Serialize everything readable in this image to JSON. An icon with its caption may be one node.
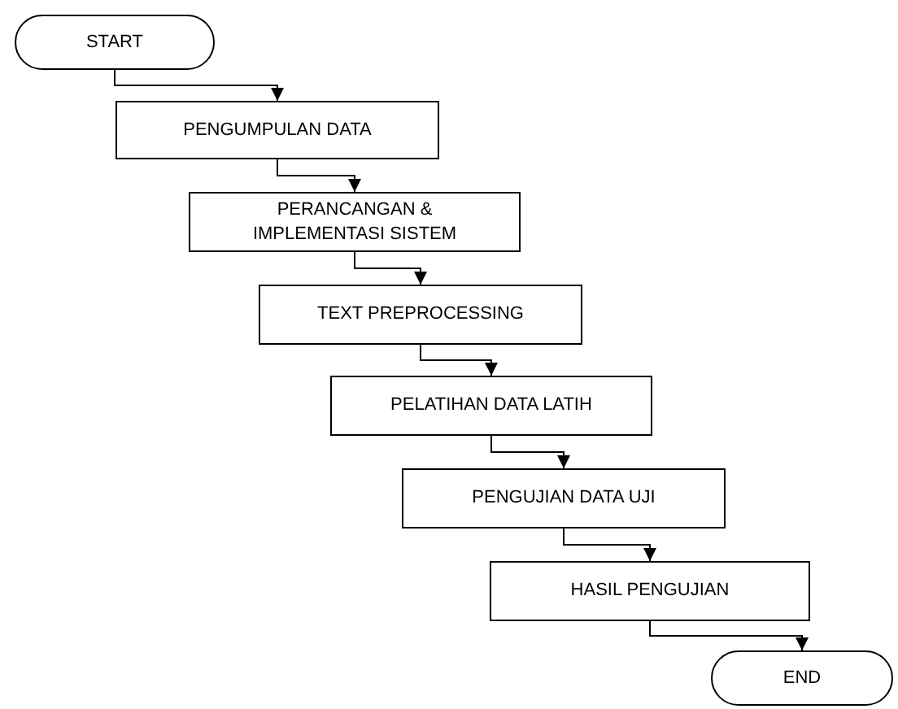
{
  "diagram": {
    "nodes": [
      {
        "text": [
          "START"
        ]
      },
      {
        "text": [
          "PENGUMPULAN DATA"
        ]
      },
      {
        "text": [
          "PERANCANGAN & IMPLEMENTASI SISTEM"
        ]
      },
      {
        "text": [
          "TEXT PREPROCESSING"
        ]
      },
      {
        "text": [
          "PELATIHAN DATA LATIH"
        ]
      },
      {
        "text": [
          "PENGUJIAN DATA UJI"
        ]
      },
      {
        "text": [
          "HASIL PENGUJIAN"
        ]
      },
      {
        "text": [
          "END"
        ]
      }
    ],
    "edges": [
      {
        "from": 0,
        "to": 1,
        "arrow": "to"
      },
      {
        "from": 1,
        "to": 2,
        "arrow": "to"
      },
      {
        "from": 2,
        "to": 3,
        "arrow": "to"
      },
      {
        "from": 3,
        "to": 4,
        "arrow": "to"
      },
      {
        "from": 4,
        "to": 5,
        "arrow": "to"
      },
      {
        "from": 5,
        "to": 6,
        "arrow": "to"
      },
      {
        "from": 6,
        "to": 7,
        "arrow": "to"
      }
    ]
  }
}
